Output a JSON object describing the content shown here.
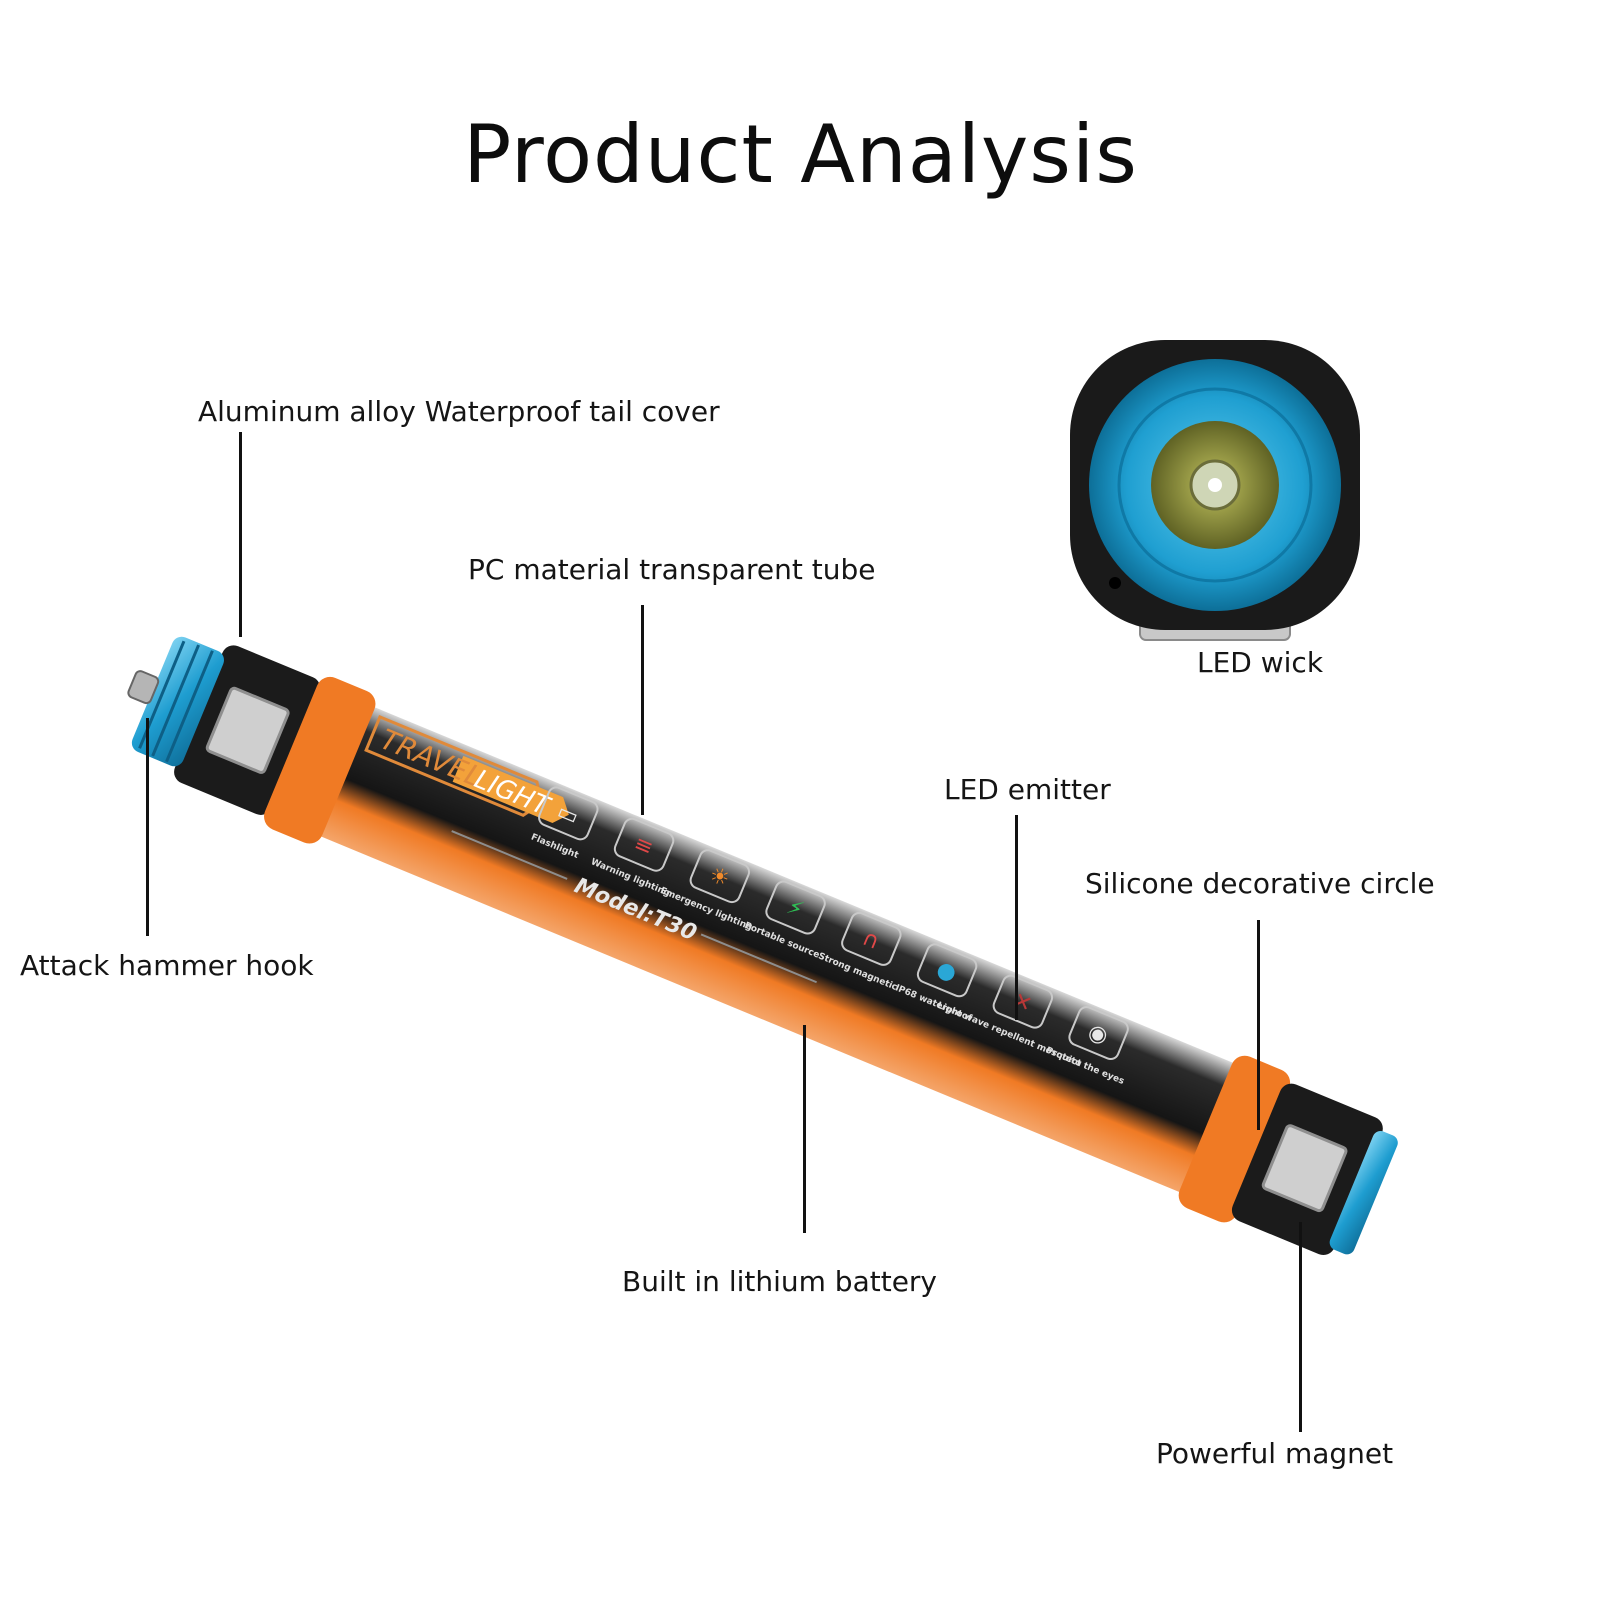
{
  "title": "Product Analysis",
  "labels": {
    "tail_cover": "Aluminum alloy Waterproof tail cover",
    "tube": "PC material transparent tube",
    "led_wick": "LED wick",
    "led_emitter": "LED emitter",
    "silicone_circle": "Silicone decorative circle",
    "hammer_hook": "Attack hammer hook",
    "battery": "Built in lithium battery",
    "magnet": "Powerful magnet"
  },
  "product_print": {
    "brand_word_1": "TRAVEL",
    "brand_word_2": "LIGHT",
    "model": "Model:T30",
    "features": [
      {
        "icon": "flashlight-icon",
        "text": "Flashlight"
      },
      {
        "icon": "warning-light-icon",
        "text": "Warning lighting"
      },
      {
        "icon": "emergency-light-icon",
        "text": "Emergency lighting"
      },
      {
        "icon": "battery-icon",
        "text": "Portable source"
      },
      {
        "icon": "magnet-icon",
        "text": "Strong magnetic"
      },
      {
        "icon": "water-drop-icon",
        "text": "IP68 waterproof"
      },
      {
        "icon": "mosquito-icon",
        "text": "Light wave repellent mosquito"
      },
      {
        "icon": "eye-icon",
        "text": "Protect the eyes"
      }
    ]
  },
  "colors": {
    "accent_blue": "#2aa7d6",
    "accent_orange": "#f07a24",
    "body_black": "#1a1a1a"
  }
}
